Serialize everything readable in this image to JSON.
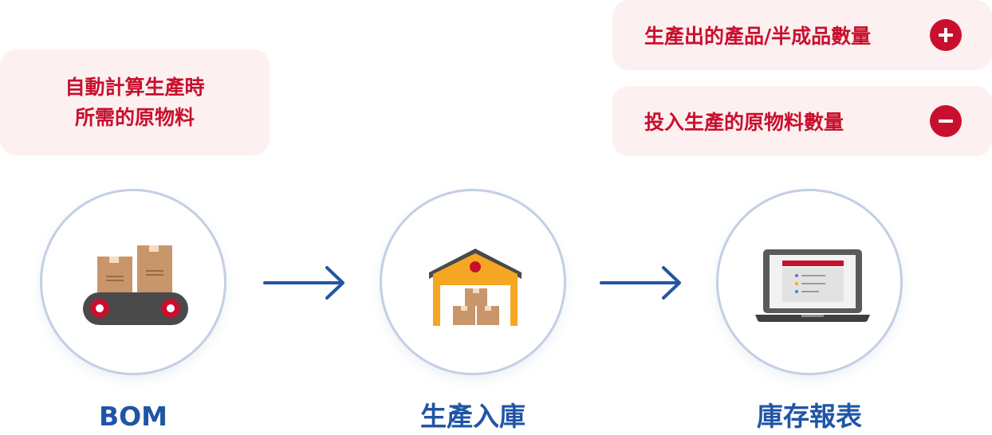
{
  "notes": {
    "bom_line1": "自動計算生產時",
    "bom_line2": "所需的原物料",
    "output_text": "生產出的產品/半成品數量",
    "input_text": "投入生產的原物料數量"
  },
  "steps": [
    {
      "label": "BOM",
      "icon": "conveyor-boxes-icon"
    },
    {
      "label": "生產入庫",
      "icon": "warehouse-icon"
    },
    {
      "label": "庫存報表",
      "icon": "laptop-report-icon"
    }
  ],
  "colors": {
    "accent_red": "#c8102e",
    "note_bg": "#fdf0f0",
    "label_blue": "#1f55a6",
    "circle_border": "#c3cfe5",
    "arrow_blue": "#2355a3"
  }
}
